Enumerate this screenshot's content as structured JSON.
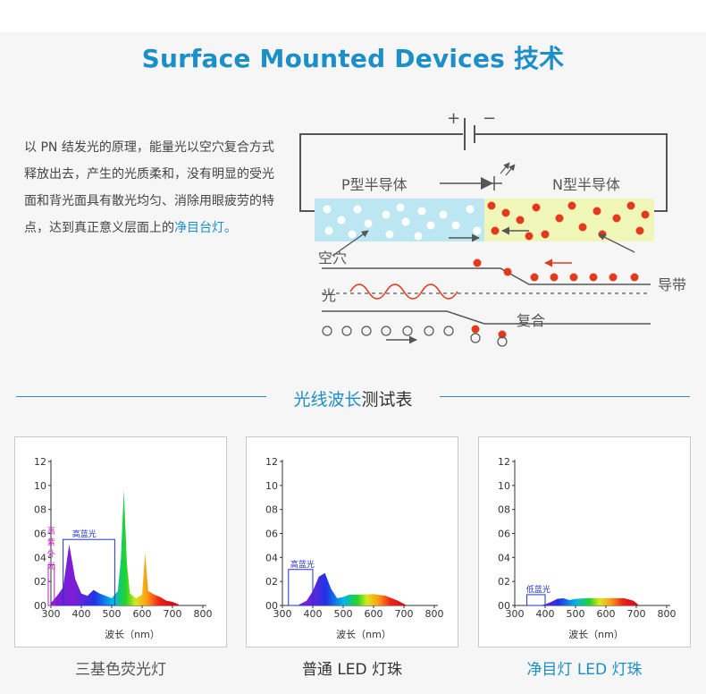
{
  "page": {
    "title": "Surface Mounted Devices 技术",
    "desc_main": "以 PN 结发光的原理，能量光以空穴复合方式释放出去，产生的光质柔和，没有明显的受光面和背光面具有散光均匀、消除用眼疲劳的特点，达到真正意义层面上的",
    "desc_highlight": "净目台灯。"
  },
  "diagram": {
    "plus": "+",
    "minus": "−",
    "p_label": "P型半导体",
    "n_label": "N型半导体",
    "hole_label": "空穴",
    "light_label": "光",
    "conduction_label": "导带",
    "recomb_label": "复合"
  },
  "section": {
    "title_part1": "光线波长",
    "title_part2": "测试表"
  },
  "charts": [
    {
      "caption": "三基色荧光灯",
      "xlabel": "波长（nm）",
      "ann_uv": "高紫外光",
      "ann_blue": "高蓝光"
    },
    {
      "caption": "普通 LED 灯珠",
      "xlabel": "波长（nm）",
      "ann_blue": "高蓝光"
    },
    {
      "caption": "净目灯 LED 灯珠",
      "xlabel": "波长（nm）",
      "ann_blue": "低蓝光"
    }
  ],
  "chart_data": [
    {
      "type": "area",
      "title": "",
      "xlabel": "波长（nm）",
      "ylabel": "",
      "x_ticks": [
        300,
        400,
        500,
        600,
        700,
        800
      ],
      "y_ticks": [
        "00",
        "02",
        "04",
        "06",
        "08",
        "10",
        "12"
      ],
      "xlim": [
        300,
        800
      ],
      "ylim": [
        0,
        12
      ],
      "annotations": [
        "高紫外光",
        "高蓝光"
      ],
      "x": [
        300,
        320,
        340,
        360,
        380,
        400,
        420,
        440,
        460,
        480,
        500,
        520,
        530,
        540,
        550,
        560,
        580,
        600,
        610,
        620,
        640,
        660,
        680,
        700,
        720
      ],
      "y": [
        0.2,
        0.8,
        1.5,
        5.1,
        2.2,
        1.0,
        0.8,
        1.3,
        1.0,
        0.8,
        0.6,
        1.2,
        3.8,
        9.6,
        3.5,
        1.0,
        0.6,
        0.9,
        4.4,
        1.2,
        0.9,
        0.7,
        0.4,
        0.3,
        0.1
      ]
    },
    {
      "type": "area",
      "title": "",
      "xlabel": "波长（nm）",
      "ylabel": "",
      "x_ticks": [
        300,
        400,
        500,
        600,
        700,
        800
      ],
      "y_ticks": [
        "00",
        "02",
        "04",
        "06",
        "08",
        "10",
        "12"
      ],
      "xlim": [
        300,
        800
      ],
      "ylim": [
        0,
        12
      ],
      "annotations": [
        "高蓝光"
      ],
      "x": [
        350,
        380,
        400,
        420,
        440,
        460,
        480,
        500,
        520,
        560,
        600,
        640,
        680,
        710
      ],
      "y": [
        0,
        0.4,
        1.2,
        2.4,
        2.7,
        1.4,
        0.6,
        0.7,
        0.9,
        0.9,
        0.95,
        0.8,
        0.4,
        0
      ]
    },
    {
      "type": "area",
      "title": "",
      "xlabel": "波长（nm）",
      "ylabel": "",
      "x_ticks": [
        300,
        400,
        500,
        600,
        700,
        800
      ],
      "y_ticks": [
        "00",
        "02",
        "04",
        "06",
        "08",
        "10",
        "12"
      ],
      "xlim": [
        300,
        800
      ],
      "ylim": [
        0,
        12
      ],
      "annotations": [
        "低蓝光"
      ],
      "x": [
        380,
        400,
        420,
        440,
        460,
        480,
        500,
        540,
        580,
        620,
        660,
        690,
        710
      ],
      "y": [
        0,
        0.1,
        0.3,
        0.55,
        0.6,
        0.45,
        0.55,
        0.6,
        0.6,
        0.6,
        0.6,
        0.4,
        0
      ]
    }
  ],
  "colors": {
    "brand_blue": "#1c8fc9",
    "p_region": "#bce6f2",
    "n_region": "#f0f5b8",
    "electron": "#e23a1c"
  }
}
